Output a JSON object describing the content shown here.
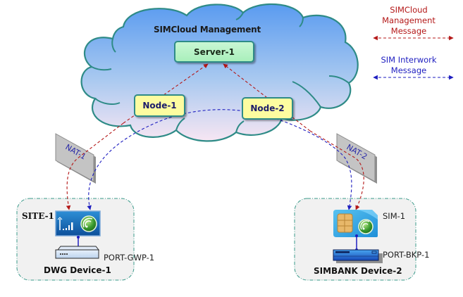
{
  "diagram": {
    "cloud": {
      "title": "SIMCloud Management"
    },
    "server": {
      "label": "Server-1"
    },
    "nodes": [
      {
        "label": "Node-1"
      },
      {
        "label": "Node-2"
      }
    ],
    "nats": [
      {
        "label": "NAT-1"
      },
      {
        "label": "NAT-2"
      }
    ],
    "sites": [
      {
        "label": "SITE-1",
        "device_label": "DWG Device-1",
        "port_label": "PORT-GWP-1"
      },
      {
        "label": "",
        "device_label": "SIMBANK Device-2",
        "port_label": "PORT-BKP-1",
        "sim_label": "SIM-1"
      }
    ],
    "legend": {
      "management": {
        "label": "SIMCloud Management Message",
        "color": "#b41818"
      },
      "interwork": {
        "label": "SIM Interwork Message",
        "color": "#1e1ec0"
      }
    },
    "colors": {
      "cloud_top": "#5a9bf0",
      "cloud_bottom": "#f7e6f3",
      "cloud_stroke": "#2e8b87",
      "site_stroke": "#3a9a8a",
      "site_fill": "#f1f1f1",
      "nat_fill": "#c4c4c4"
    }
  }
}
